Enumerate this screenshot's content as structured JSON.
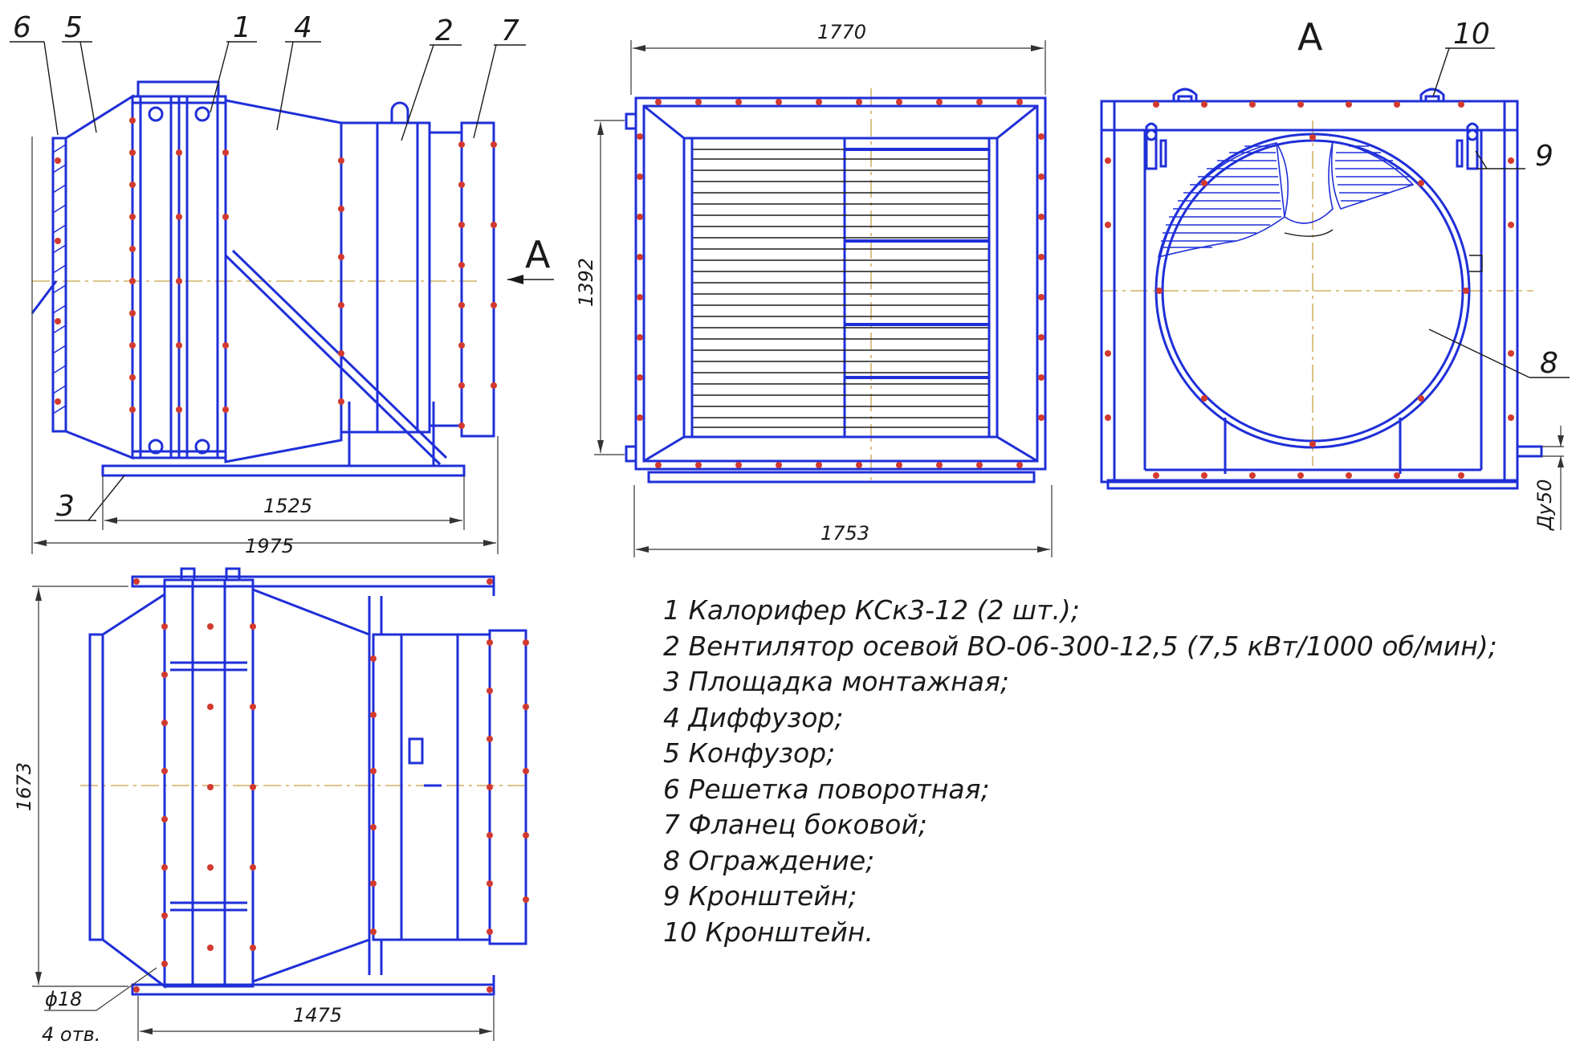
{
  "callouts": {
    "c1": "1",
    "c2": "2",
    "c3": "3",
    "c4": "4",
    "c5": "5",
    "c6": "6",
    "c7": "7",
    "c8": "8",
    "c9": "9",
    "c10": "10"
  },
  "view_marks": {
    "arrow_label": "А",
    "view_title": "А"
  },
  "dimensions": {
    "side_base": "1525",
    "side_overall": "1975",
    "front_width_top": "1770",
    "front_height": "1392",
    "front_width_bottom": "1753",
    "nozzle": "Ду50",
    "plan_depth": "1673",
    "plan_length": "1475",
    "hole_diameter": "ϕ18",
    "hole_count": "4 отв."
  },
  "legend": [
    "1 Калорифер КСк3-12 (2 шт.);",
    "2 Вентилятор осевой ВО-06-300-12,5 (7,5 кВт/1000 об/мин);",
    "3 Площадка монтажная;",
    "4  Диффузор;",
    "5 Конфузор;",
    "6 Решетка поворотная;",
    "7 Фланец боковой;",
    "8 Ограждение;",
    "9 Кронштейн;",
    "10 Кронштейн."
  ],
  "colors": {
    "drawing_lines": "#1f2fd8",
    "axis_lines": "#c7a046",
    "bolt_marks": "#d23a2f",
    "text": "#1a1a1a"
  }
}
